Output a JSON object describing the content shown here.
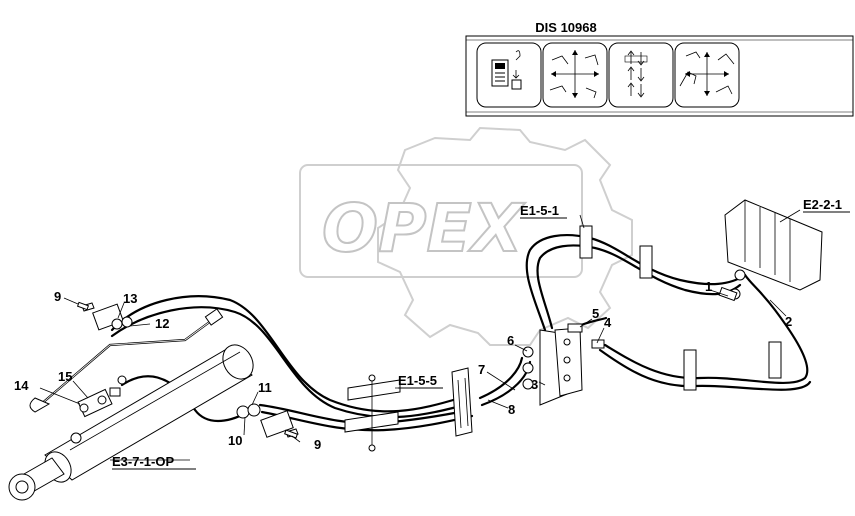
{
  "diagram": {
    "title": "DIS 10968",
    "watermark": "OPEX",
    "symbol_icons": [
      "control-panel-icon",
      "excavator-joystick-icon",
      "arrow-switch-icon",
      "backhoe-movement-icon"
    ],
    "group_refs": {
      "e151": "E1-5-1",
      "e221": "E2-2-1",
      "e155": "E1-5-5",
      "e371": "E3-7-1-OP"
    },
    "part_numbers": {
      "p1": "1",
      "p2": "2",
      "p3": "3",
      "p4": "4",
      "p5": "5",
      "p6": "6",
      "p7": "7",
      "p8": "8",
      "p9a": "9",
      "p9b": "9",
      "p10": "10",
      "p11": "11",
      "p12": "12",
      "p13": "13",
      "p14": "14",
      "p15": "15"
    }
  }
}
